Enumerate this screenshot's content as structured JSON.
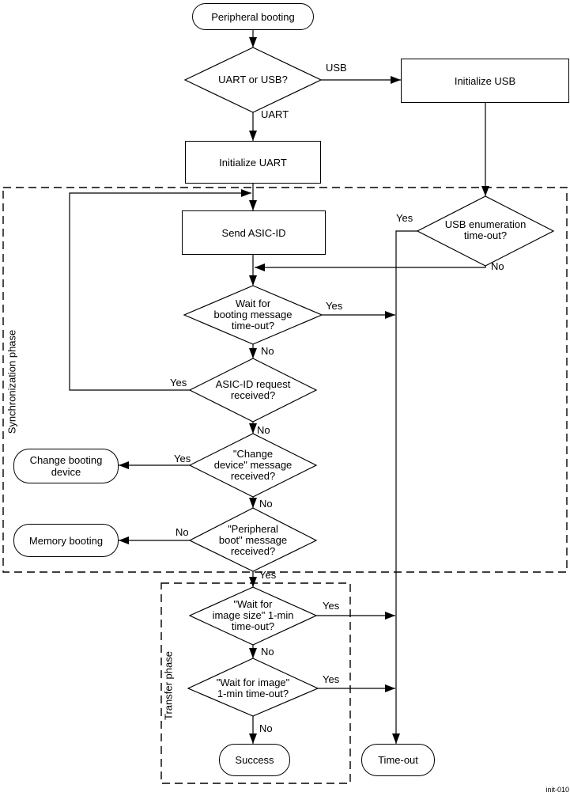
{
  "figure_id": "init-010",
  "phases": {
    "sync_label": "Synchronization phase",
    "transfer_label": "Transfer phase"
  },
  "nodes": {
    "peripheral_booting": {
      "label": "Peripheral booting"
    },
    "uart_or_usb": {
      "lines": [
        "UART or USB?"
      ]
    },
    "initialize_usb": {
      "label": "Initialize USB"
    },
    "initialize_uart": {
      "label": "Initialize UART"
    },
    "send_asic_id": {
      "label": "Send ASIC-ID"
    },
    "usb_enumeration": {
      "lines": [
        "USB enumeration",
        "time-out?"
      ]
    },
    "wait_booting": {
      "lines": [
        "Wait for",
        "booting message",
        "time-out?"
      ]
    },
    "asic_request": {
      "lines": [
        "ASIC-ID request",
        "received?"
      ]
    },
    "change_device_msg": {
      "lines": [
        "\"Change",
        "device\" message",
        "received?"
      ]
    },
    "change_booting": {
      "lines": [
        "Change booting",
        "device"
      ]
    },
    "peripheral_boot_msg": {
      "lines": [
        "\"Peripheral",
        "boot\" message",
        "received?"
      ]
    },
    "memory_booting": {
      "label": "Memory booting"
    },
    "wait_image_size": {
      "lines": [
        "\"Wait for",
        "image size\" 1-min",
        "time-out?"
      ]
    },
    "wait_image": {
      "lines": [
        "\"Wait for image\"",
        "1-min time-out?"
      ]
    },
    "success": {
      "label": "Success"
    },
    "timeout": {
      "label": "Time-out"
    }
  },
  "edge_labels": {
    "usb": "USB",
    "uart": "UART",
    "enum_yes": "Yes",
    "enum_no": "No",
    "boot_msg_yes": "Yes",
    "boot_msg_no": "No",
    "asic_yes": "Yes",
    "asic_no": "No",
    "change_yes": "Yes",
    "change_no": "No",
    "periph_yes": "Yes",
    "periph_no": "No",
    "imgsize_yes": "Yes",
    "imgsize_no": "No",
    "img_yes": "Yes",
    "img_no": "No"
  }
}
